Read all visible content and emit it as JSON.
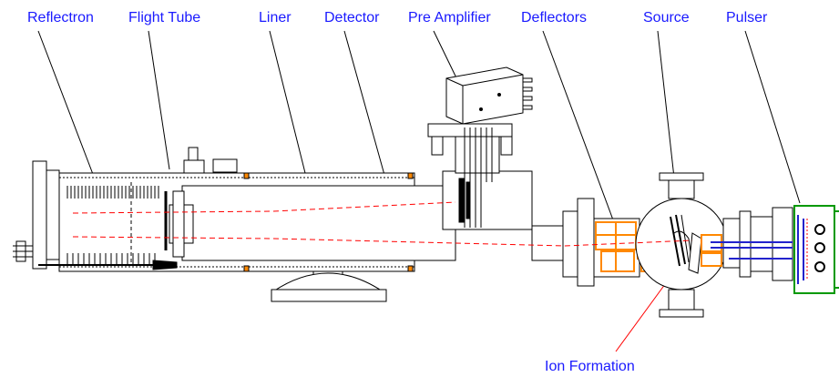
{
  "labels": {
    "reflectron": "Reflectron",
    "flight_tube": "Flight Tube",
    "liner": "Liner",
    "detector": "Detector",
    "pre_amplifier": "Pre Amplifier",
    "deflectors": "Deflectors",
    "source": "Source",
    "pulser": "Pulser",
    "ion_formation": "Ion Formation"
  },
  "colors": {
    "label_text": "#1a1aff",
    "outline": "#000000",
    "ion_path": "#ff0000",
    "deflector_parts": "#ff8800",
    "source_parts": "#2222cc",
    "pulser_board": "#009900",
    "pointer_ion_formation": "#ff0000"
  }
}
